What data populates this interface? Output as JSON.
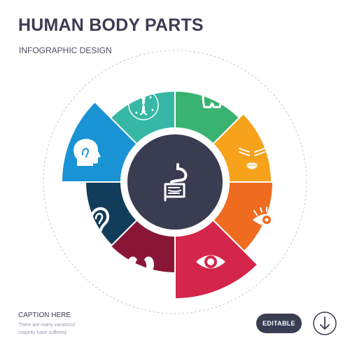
{
  "header": {
    "title": "HUMAN BODY PARTS",
    "subtitle": "INFOGRAPHIC DESIGN"
  },
  "footer": {
    "caption_title": "CAPTION HERE",
    "caption_text": "There are many variations majority have suffered",
    "editable_label": "EDITABLE",
    "download_icon": "arrow-down-circle-icon"
  },
  "center": {
    "icon": "digestive-system-icon",
    "color": "#3a3d52"
  },
  "segments": [
    {
      "icon": "female-hips-icon",
      "color": "#3ab271"
    },
    {
      "icon": "eyebrows-and-lips-icon",
      "color": "#f7a21b"
    },
    {
      "icon": "eyelash-eye-icon",
      "color": "#ee6b1f"
    },
    {
      "icon": "eye-icon",
      "color": "#d3264a"
    },
    {
      "icon": "kidneys-icon",
      "color": "#8a1637"
    },
    {
      "icon": "ear-icon",
      "color": "#123d5a"
    },
    {
      "icon": "head-with-ear-icon",
      "color": "#1a93d5"
    },
    {
      "icon": "dna-icon",
      "color": "#37b7a6"
    }
  ]
}
